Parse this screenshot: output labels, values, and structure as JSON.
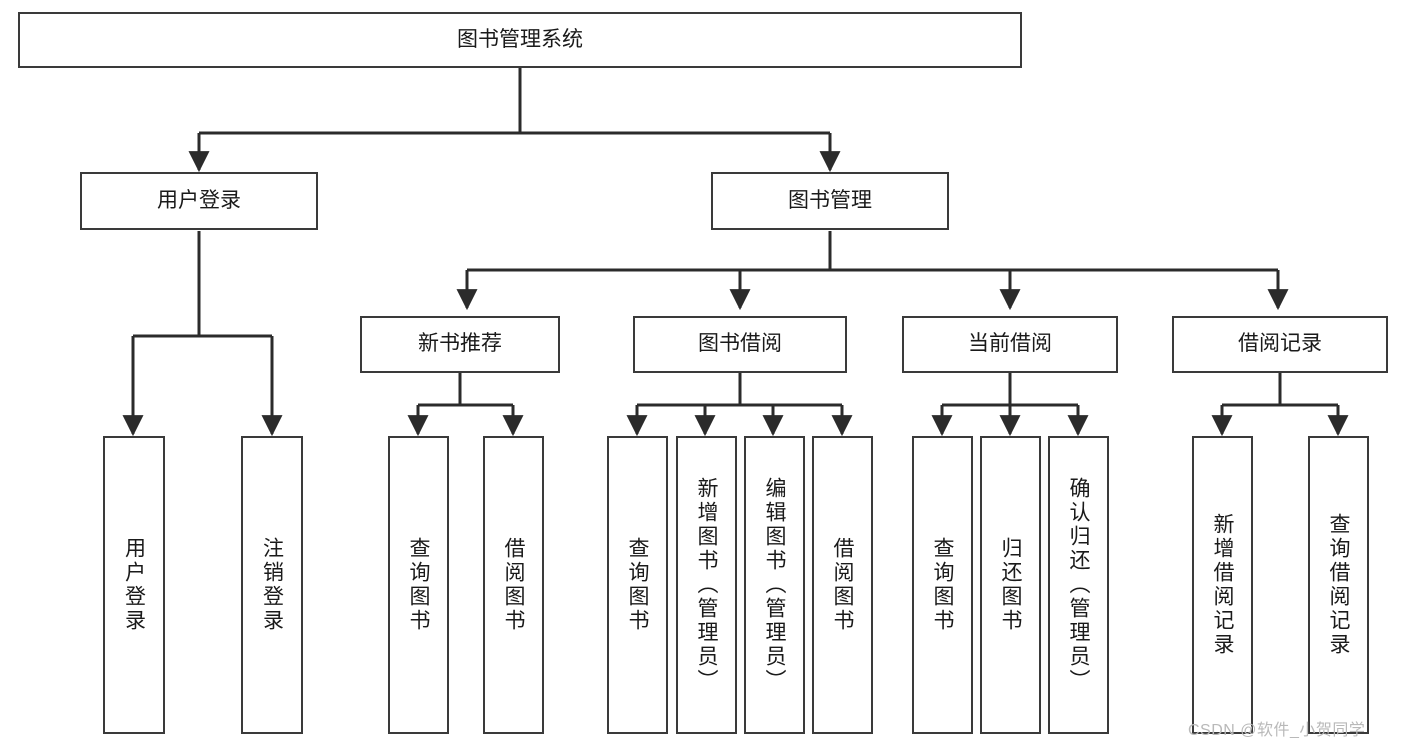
{
  "diagram": {
    "type": "hierarchy-tree",
    "title": "图书管理系统",
    "root": {
      "id": "root",
      "label": "图书管理系统"
    },
    "level2": [
      {
        "id": "user-login",
        "label": "用户登录"
      },
      {
        "id": "book-manage",
        "label": "图书管理"
      }
    ],
    "level3": [
      {
        "id": "new-book-recommend",
        "label": "新书推荐"
      },
      {
        "id": "book-borrow",
        "label": "图书借阅"
      },
      {
        "id": "current-borrow",
        "label": "当前借阅"
      },
      {
        "id": "borrow-record",
        "label": "借阅记录"
      }
    ],
    "leaves": {
      "user_login": [
        {
          "id": "leaf-user-login",
          "label": "用户登录"
        },
        {
          "id": "leaf-logout-login",
          "label": "注销登录"
        }
      ],
      "new_book_recommend": [
        {
          "id": "leaf-query-book-1",
          "label": "查询图书"
        },
        {
          "id": "leaf-borrow-book-1",
          "label": "借阅图书"
        }
      ],
      "book_borrow": [
        {
          "id": "leaf-query-book-2",
          "label": "查询图书"
        },
        {
          "id": "leaf-add-book",
          "label": "新增图书（管理员）"
        },
        {
          "id": "leaf-edit-book",
          "label": "编辑图书（管理员）"
        },
        {
          "id": "leaf-borrow-book-2",
          "label": "借阅图书"
        }
      ],
      "current_borrow": [
        {
          "id": "leaf-query-book-3",
          "label": "查询图书"
        },
        {
          "id": "leaf-return-book",
          "label": "归还图书"
        },
        {
          "id": "leaf-confirm-return",
          "label": "确认归还（管理员）"
        }
      ],
      "borrow_record": [
        {
          "id": "leaf-add-record",
          "label": "新增借阅记录"
        },
        {
          "id": "leaf-query-record",
          "label": "查询借阅记录"
        }
      ]
    }
  },
  "watermark": {
    "text": "CSDN @软件_小贺同学"
  },
  "colors": {
    "box_border": "#3a3a3a",
    "box_fill": "#ffffff",
    "connector": "#2b2b2b",
    "text": "#1a1a1a",
    "watermark": "#b9b9b9",
    "background": "#ffffff"
  }
}
